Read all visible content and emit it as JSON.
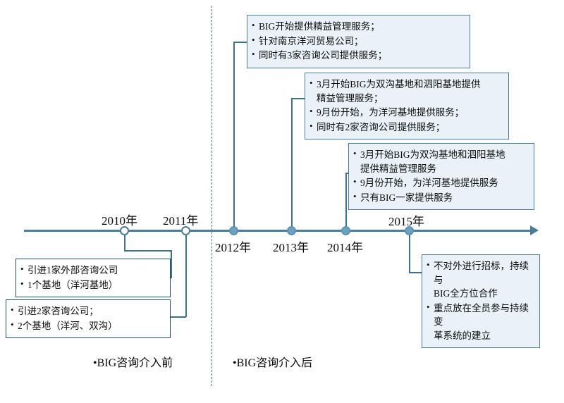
{
  "diagram": {
    "title": "BIG咨询介入前后时间轴",
    "accent_color": "#4a7d97",
    "marker_fill_color": "#6aa2c0",
    "box_fill_color": "#eaf1f8"
  },
  "timeline": {
    "markers": [
      {
        "year_label": "2010年",
        "style": "hollow",
        "label_position": "above"
      },
      {
        "year_label": "2011年",
        "style": "hollow",
        "label_position": "above"
      },
      {
        "year_label": "2012年",
        "style": "filled",
        "label_position": "below"
      },
      {
        "year_label": "2013年",
        "style": "filled",
        "label_position": "below"
      },
      {
        "year_label": "2014年",
        "style": "filled",
        "label_position": "below"
      },
      {
        "year_label": "2015年",
        "style": "filled",
        "label_position": "above"
      }
    ]
  },
  "callouts": [
    {
      "id": "callout-2012",
      "style": "blue",
      "items": [
        "BIG开始提供精益管理服务；",
        "针对南京洋河贸易公司；",
        "同时有3家咨询公司提供服务；"
      ]
    },
    {
      "id": "callout-2013",
      "style": "blue",
      "items": [
        "3月开始BIG为双沟基地和泗阳基地提供\n精益管理服务；",
        "9月份开始，为洋河基地提供服务；",
        "同时有2家咨询公司提供服务；"
      ]
    },
    {
      "id": "callout-2014",
      "style": "blue",
      "items": [
        "3月开始BIG为双沟基地和泗阳基地\n提供精益管理服务",
        "9月份开始，为洋河基地提供服务",
        "只有BIG一家提供服务"
      ]
    },
    {
      "id": "callout-2015",
      "style": "blue",
      "items": [
        "不对外进行招标，持续与\nBIG全方位合作",
        "重点放在全员参与持续变\n革系统的建立"
      ]
    },
    {
      "id": "callout-2010",
      "style": "plain",
      "items": [
        "引进1家外部咨询公司",
        "1个基地（洋河基地）"
      ]
    },
    {
      "id": "callout-2011",
      "style": "plain",
      "items": [
        "引进2家咨询公司；",
        "2个基地（洋河、双沟）"
      ]
    }
  ],
  "captions": {
    "before": "•BIG咨询介入前",
    "after": "•BIG咨询介入后"
  }
}
